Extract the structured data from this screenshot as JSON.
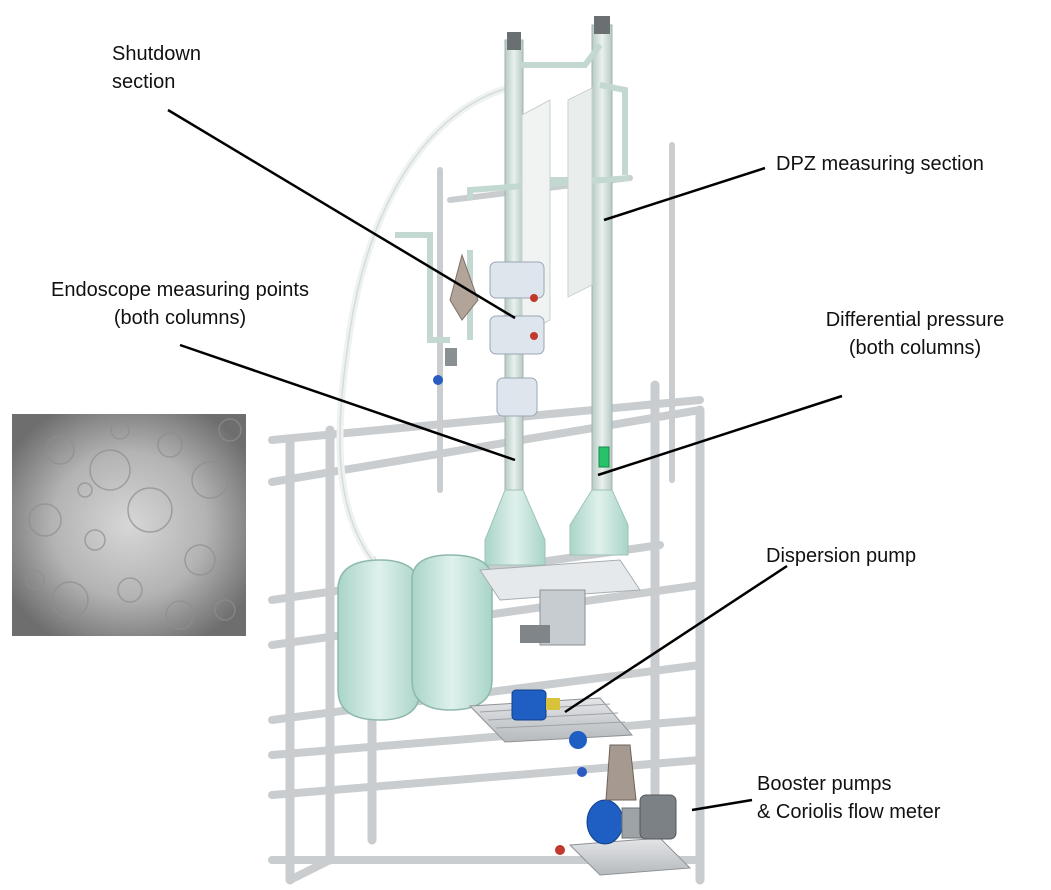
{
  "labels": {
    "shutdown": "Shutdown\nsection",
    "dpz": "DPZ measuring section",
    "endoscope": "Endoscope measuring points\n(both columns)",
    "differential": "Differential pressure\n(both columns)",
    "dispersion": "Dispersion pump",
    "booster": "Booster pumps\n& Coriolis flow meter"
  },
  "colors": {
    "frame": "#c9cdd0",
    "glass": "#b9ddd3",
    "pump_blue": "#1f5fc4",
    "indicator_green": "#27c36a",
    "leader": "#000000"
  }
}
